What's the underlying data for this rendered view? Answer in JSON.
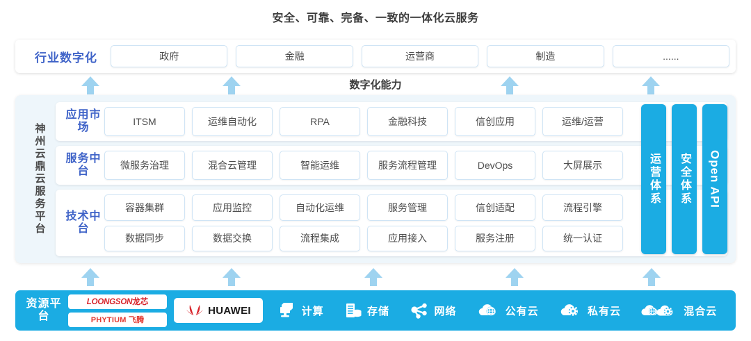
{
  "title": "安全、可靠、完备、一致的一体化云服务",
  "colors": {
    "brand_blue": "#1bace3",
    "label_blue": "#3f63c8",
    "arrow_blue": "#9ed3f0",
    "panel_bg": "#eef6fb",
    "chip_border": "#cfe4f5",
    "logo_red": "#d8232a"
  },
  "industry": {
    "label": "行业数字化",
    "items": [
      {
        "label": "政府"
      },
      {
        "label": "金融"
      },
      {
        "label": "运营商"
      },
      {
        "label": "制造"
      },
      {
        "label": "......"
      }
    ]
  },
  "capability_caption": "数字化能力",
  "platform": {
    "label": "神州云鼎云服务平台",
    "layers": [
      {
        "label": "应用市场",
        "rows": [
          [
            "ITSM",
            "运维自动化",
            "RPA",
            "金融科技",
            "信创应用",
            "运维/运营"
          ]
        ]
      },
      {
        "label": "服务中台",
        "rows": [
          [
            "微服务治理",
            "混合云管理",
            "智能运维",
            "服务流程管理",
            "DevOps",
            "大屏展示"
          ]
        ]
      },
      {
        "label": "技术中台",
        "rows": [
          [
            "容器集群",
            "应用监控",
            "自动化运维",
            "服务管理",
            "信创适配",
            "流程引擎"
          ],
          [
            "数据同步",
            "数据交换",
            "流程集成",
            "应用接入",
            "服务注册",
            "统一认证"
          ]
        ]
      }
    ],
    "pillars": [
      {
        "label": "运营体系",
        "script": "cjk"
      },
      {
        "label": "安全体系",
        "script": "cjk"
      },
      {
        "label": "Open API",
        "script": "latin"
      }
    ]
  },
  "resource": {
    "label": "资源平台",
    "logos": [
      {
        "name": "loongson",
        "latin": "LOONGSON",
        "cjk": "龙芯"
      },
      {
        "name": "phytium",
        "latin": "PHYTIUM",
        "cjk": "飞腾"
      },
      {
        "name": "huawei",
        "latin": "HUAWEI",
        "cjk": ""
      }
    ],
    "items": [
      {
        "label": "计算",
        "icon": "compute-icon"
      },
      {
        "label": "存储",
        "icon": "storage-icon"
      },
      {
        "label": "网络",
        "icon": "network-icon"
      },
      {
        "label": "公有云",
        "icon": "public-cloud-icon"
      },
      {
        "label": "私有云",
        "icon": "private-cloud-icon"
      },
      {
        "label": "混合云",
        "icon": "hybrid-cloud-icon"
      }
    ]
  },
  "arrows": {
    "upper": [
      130,
      333,
      733,
      936
    ],
    "lower": [
      130,
      333,
      537,
      740,
      937
    ]
  }
}
